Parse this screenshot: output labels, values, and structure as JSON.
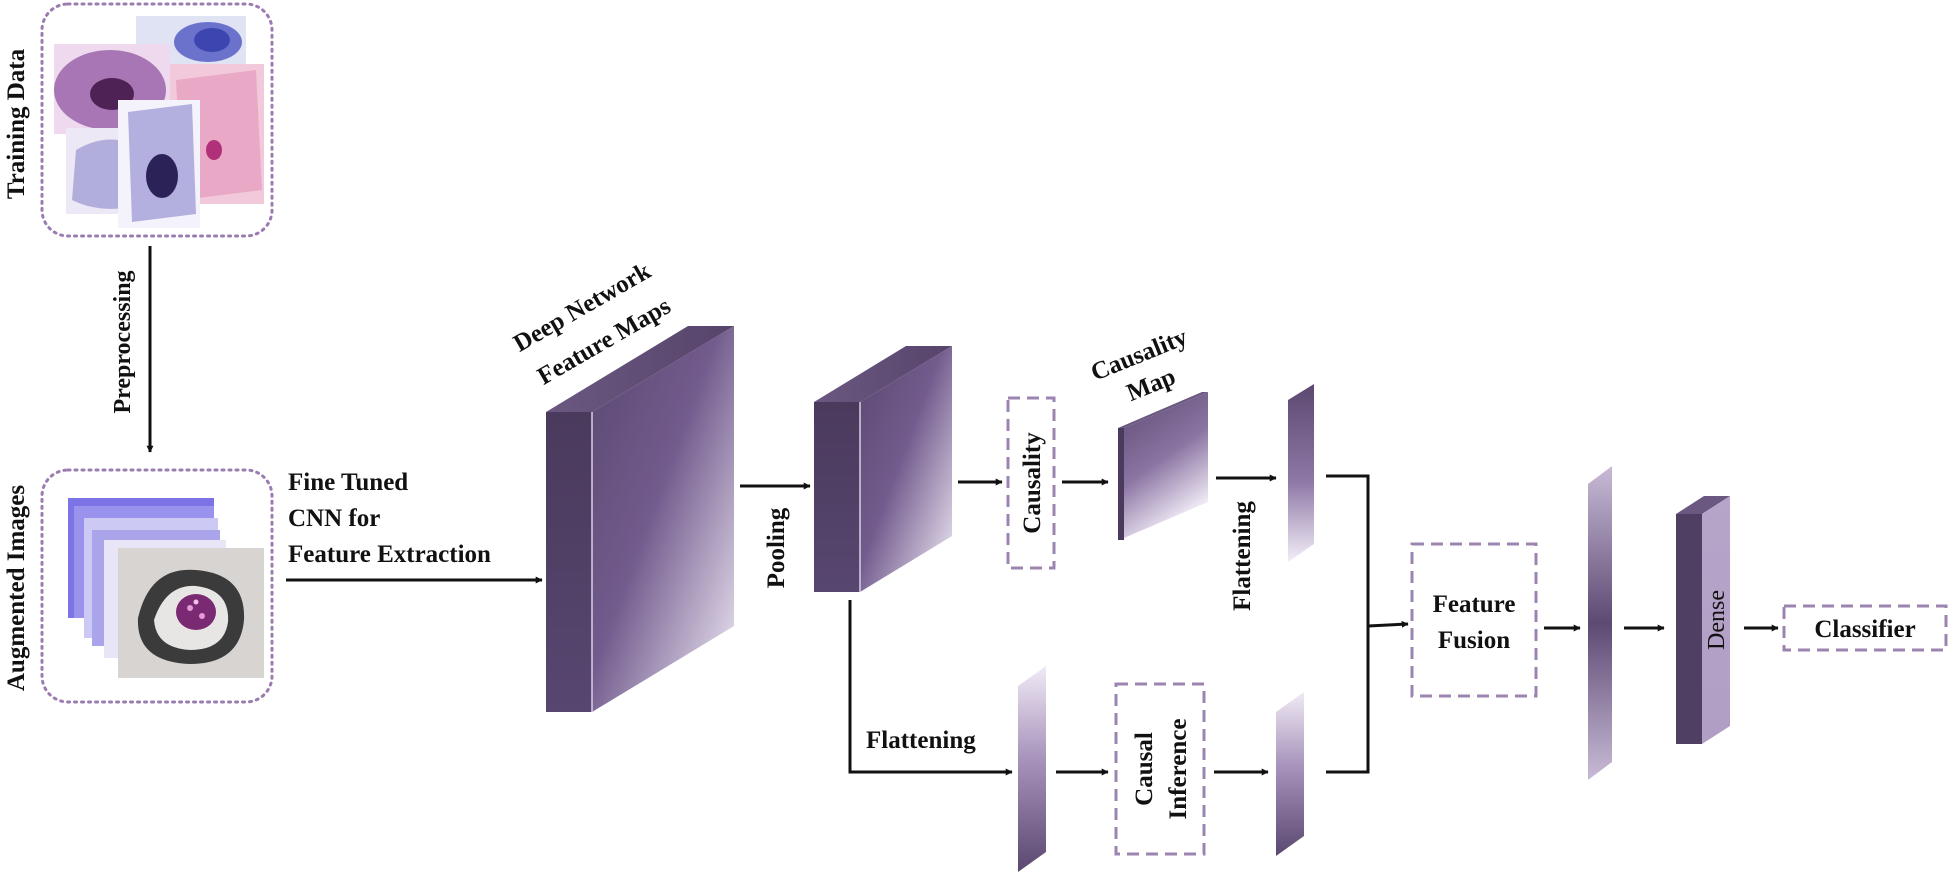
{
  "labels": {
    "training_data": "Training Data",
    "preprocessing": "Preprocessing",
    "augmented_images": "Augmented Images",
    "cnn_line1": "Fine Tuned",
    "cnn_line2": "CNN for",
    "cnn_line3": "Feature Extraction",
    "feature_maps_line1": "Deep Network",
    "feature_maps_line2": "Feature Maps",
    "pooling": "Pooling",
    "causality": "Causality",
    "causality_map_line1": "Causality",
    "causality_map_line2": "Map",
    "flattening_top": "Flattening",
    "flattening_bottom": "Flattening",
    "causal_inference_line1": "Causal",
    "causal_inference_line2": "Inference",
    "feature_fusion_line1": "Feature",
    "feature_fusion_line2": "Fusion",
    "dense": "Dense",
    "classifier": "Classifier"
  },
  "colors": {
    "block_dark": "#4f3f62",
    "block_mid": "#6e5a86",
    "block_light": "#f1ecf6",
    "dashed_border": "#9b84b0",
    "dotted_border": "#9b7cb2",
    "arrow": "#111111",
    "cell_purple": "#8a4f9c",
    "cell_pink": "#e6a9c6",
    "cell_blue": "#4a55c0",
    "aug_blue": "#7b73e6"
  }
}
